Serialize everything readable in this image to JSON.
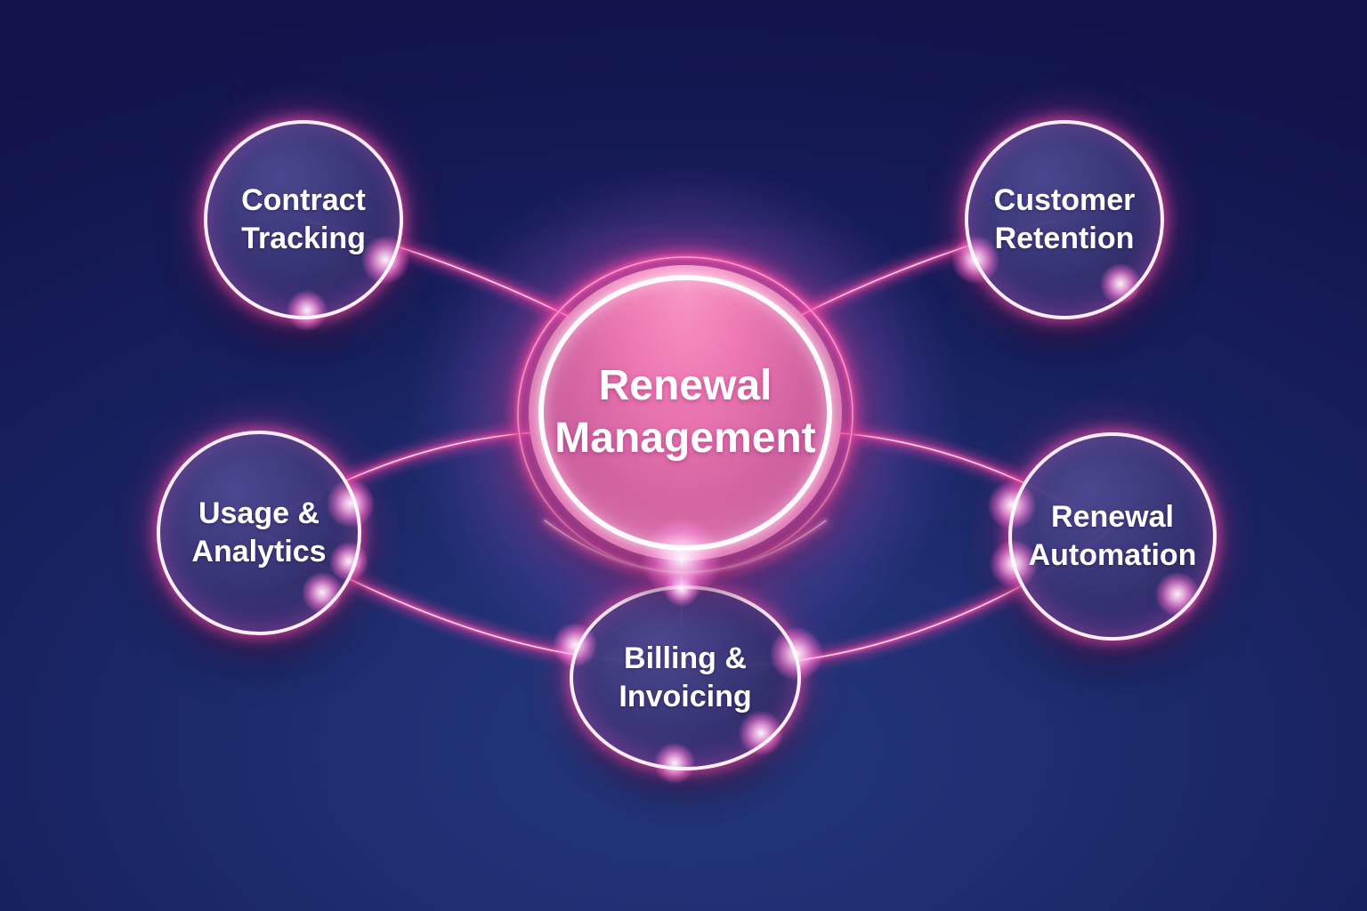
{
  "diagram": {
    "type": "hub-and-spoke",
    "center_node": {
      "id": "renewal-management",
      "label": "Renewal Management",
      "label_lines": [
        "Renewal",
        "Management"
      ]
    },
    "satellite_nodes": [
      {
        "id": "contract-tracking",
        "label": "Contract Tracking",
        "label_lines": [
          "Contract",
          "Tracking"
        ],
        "position": "top-left"
      },
      {
        "id": "customer-retention",
        "label": "Customer Retention",
        "label_lines": [
          "Customer",
          "Retention"
        ],
        "position": "top-right"
      },
      {
        "id": "usage-analytics",
        "label": "Usage & Analytics",
        "label_lines": [
          "Usage &",
          "Analytics"
        ],
        "position": "middle-left"
      },
      {
        "id": "renewal-automation",
        "label": "Renewal Automation",
        "label_lines": [
          "Renewal",
          "Automation"
        ],
        "position": "middle-right"
      },
      {
        "id": "billing-invoicing",
        "label": "Billing & Invoicing",
        "label_lines": [
          "Billing &",
          "Invoicing"
        ],
        "position": "bottom-center"
      }
    ],
    "edges": [
      {
        "from": "contract-tracking",
        "to": "renewal-management"
      },
      {
        "from": "customer-retention",
        "to": "renewal-management"
      },
      {
        "from": "usage-analytics",
        "to": "renewal-management"
      },
      {
        "from": "renewal-automation",
        "to": "renewal-management"
      },
      {
        "from": "billing-invoicing",
        "to": "renewal-management"
      },
      {
        "from": "usage-analytics",
        "to": "billing-invoicing"
      },
      {
        "from": "billing-invoicing",
        "to": "renewal-automation"
      }
    ]
  },
  "colors": {
    "background_corner": "#11134a",
    "background_center": "#25397f",
    "neon_pink": "#ff57ad",
    "neon_line_core": "#ffe3f2",
    "center_disc_top": "#f792c3",
    "center_disc_bottom": "#e2539e",
    "satellite_fill": "#34316e",
    "ring_white": "#ffeef8",
    "text": "#ffffff"
  }
}
